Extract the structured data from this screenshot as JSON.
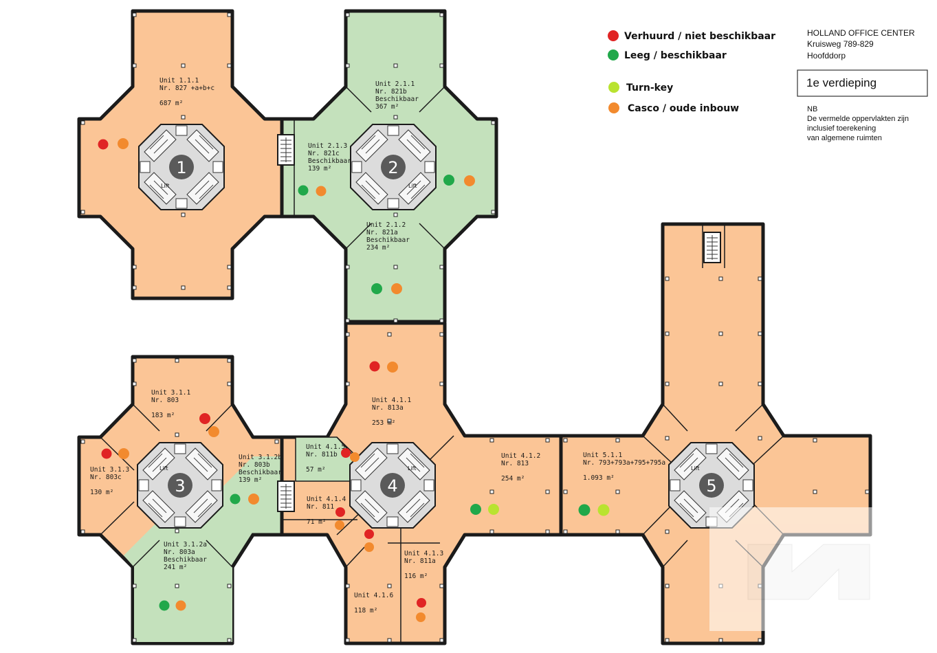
{
  "legend": [
    {
      "label": "Verhuurd / niet beschikbaar",
      "color": "#e02424"
    },
    {
      "label": "Leeg / beschikbaar",
      "color": "#21a84a"
    },
    {
      "label": "Turn-key",
      "color": "#b9e330"
    },
    {
      "label": "Casco / oude inbouw",
      "color": "#f28a2e"
    }
  ],
  "colors": {
    "orange_fill": "#fbc596",
    "green_fill": "#c4e1bc",
    "wall": "#1b1b1b",
    "core_fill": "#dcdcdc",
    "core_circle": "#5a5a5a"
  },
  "info": {
    "title": "HOLLAND OFFICE CENTER",
    "address": "Kruisweg 789-829",
    "city": "Hoofddorp"
  },
  "floor": "1e verdieping",
  "note": {
    "line1": "NB",
    "line2": "De vermelde oppervlakten zijn",
    "line3": "inclusief toerekening",
    "line4": "van algemene ruimten"
  },
  "cores": {
    "c1": "1",
    "c2": "2",
    "c3": "3",
    "c4": "4",
    "c5": "5"
  },
  "lift": "Lift",
  "units": {
    "u111": {
      "l1": "Unit 1.1.1",
      "l2": "Nr. 827 +a+b+c",
      "l3": "687 m²"
    },
    "u211": {
      "l1": "Unit 2.1.1",
      "l2": "Nr. 821b",
      "l3": "Beschikbaar",
      "l4": "367 m²"
    },
    "u213": {
      "l1": "Unit 2.1.3",
      "l2": "Nr. 821c",
      "l3": "Beschikbaar",
      "l4": "139 m²"
    },
    "u212": {
      "l1": "Unit 2.1.2",
      "l2": "Nr. 821a",
      "l3": "Beschikbaar",
      "l4": "234 m²"
    },
    "u311": {
      "l1": "Unit 3.1.1",
      "l2": "Nr. 803",
      "l3": "183 m²"
    },
    "u313": {
      "l1": "Unit 3.1.3",
      "l2": "Nr. 803c",
      "l3": "130 m²"
    },
    "u312b": {
      "l1": "Unit 3.1.2b",
      "l2": "Nr. 803b",
      "l3": "Beschikbaar",
      "l4": "139 m²"
    },
    "u312a": {
      "l1": "Unit 3.1.2a",
      "l2": "Nr. 803a",
      "l3": "Beschikbaar",
      "l4": "241 m²"
    },
    "u415": {
      "l1": "Unit 4.1.5",
      "l2": "Nr. 811b",
      "l3": "57 m²"
    },
    "u414": {
      "l1": "Unit 4.1.4",
      "l2": "Nr. 811",
      "l3": "71 m²"
    },
    "u411": {
      "l1": "Unit 4.1.1",
      "l2": "Nr. 813a",
      "l3": "253 m²"
    },
    "u412": {
      "l1": "Unit 4.1.2",
      "l2": "Nr. 813",
      "l3": "254 m²"
    },
    "u413": {
      "l1": "Unit 4.1.3",
      "l2": "Nr. 811a",
      "l3": "116 m²"
    },
    "u416": {
      "l1": "Unit 4.1.6",
      "l2": "118 m²"
    },
    "u511": {
      "l1": "Unit 5.1.1",
      "l2": "Nr. 793+793a+795+795a",
      "l3": "1.093 m²"
    }
  }
}
